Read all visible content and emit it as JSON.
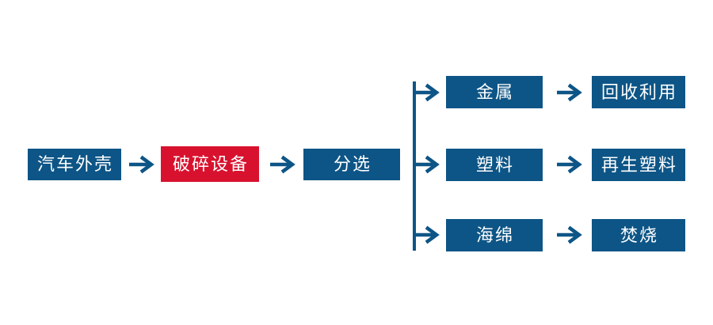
{
  "diagram": {
    "type": "flowchart",
    "language": "zh-CN",
    "colors": {
      "blue": "#0d5586",
      "red": "#d8122e",
      "text": "#ffffff",
      "background": "#ffffff"
    },
    "main_flow": [
      {
        "id": "car-shell",
        "label": "汽车外壳",
        "color": "blue"
      },
      {
        "id": "crushing-equipment",
        "label": "破碎设备",
        "color": "red"
      },
      {
        "id": "sorting",
        "label": "分选",
        "color": "blue"
      }
    ],
    "branches": [
      {
        "material": {
          "id": "metal",
          "label": "金属"
        },
        "result": {
          "id": "recycling",
          "label": "回收利用"
        }
      },
      {
        "material": {
          "id": "plastic",
          "label": "塑料"
        },
        "result": {
          "id": "recycled-plastic",
          "label": "再生塑料"
        }
      },
      {
        "material": {
          "id": "sponge",
          "label": "海绵"
        },
        "result": {
          "id": "incineration",
          "label": "焚烧"
        }
      }
    ]
  }
}
